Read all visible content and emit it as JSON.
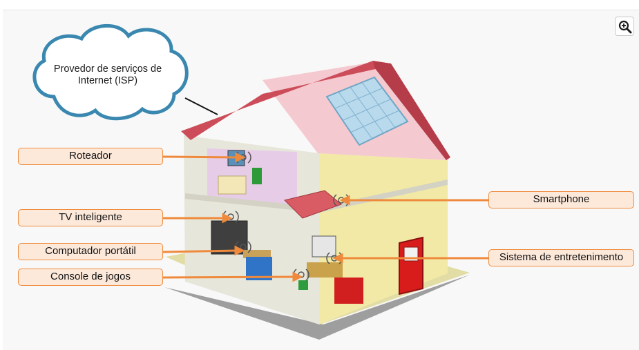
{
  "cloud": {
    "text_line1": "Provedor de serviços de",
    "text_line2": "Internet (ISP)"
  },
  "labels": {
    "router": "Roteador",
    "smart_tv": "TV inteligente",
    "laptop": "Computador portátil",
    "game_console": "Console de jogos",
    "smartphone": "Smartphone",
    "entertainment": "Sistema de entretenimento"
  },
  "icons": {
    "zoom": "zoom-in-icon",
    "wireless": "wifi-signal-icon"
  },
  "colors": {
    "label_border": "#ef8a3c",
    "label_fill": "#fde9da",
    "cloud_border": "#3a88b0",
    "roof": "#cc4d59",
    "wall": "#f2eba8",
    "door": "#d81c1c",
    "connector": "#ef8a3c"
  }
}
